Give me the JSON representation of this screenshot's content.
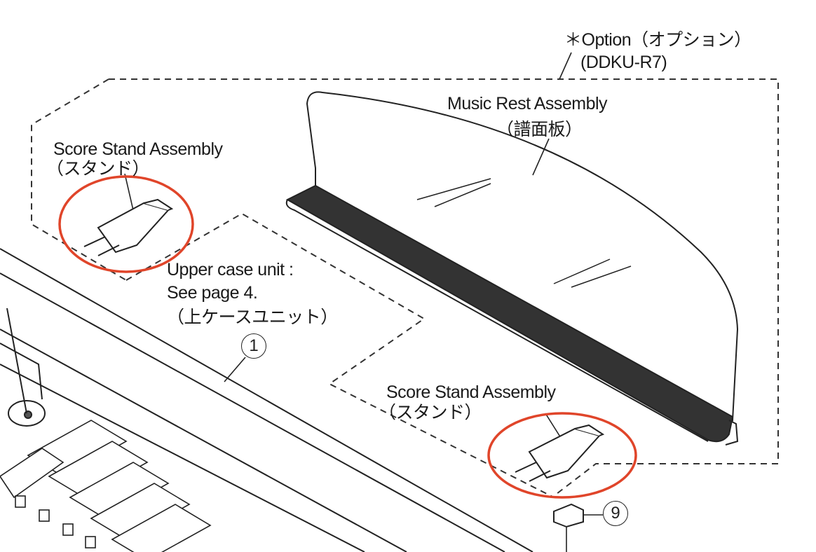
{
  "option": {
    "label": "＊Option（オプション）",
    "model": "(DDKU-R7)"
  },
  "music_rest": {
    "name": "Music Rest Assembly",
    "jp": "（譜面板）"
  },
  "score_stand_left": {
    "name": "Score Stand Assembly",
    "jp": "（スタンド）"
  },
  "score_stand_right": {
    "name": "Score Stand Assembly",
    "jp": "（スタンド）"
  },
  "upper_case": {
    "line1": "Upper case unit :",
    "line2": "See page 4.",
    "jp": "（上ケースユニット）"
  },
  "callouts": {
    "upper_case_number": "1",
    "part_number": "9"
  },
  "colors": {
    "highlight": "#e0452a",
    "line": "#222222"
  }
}
